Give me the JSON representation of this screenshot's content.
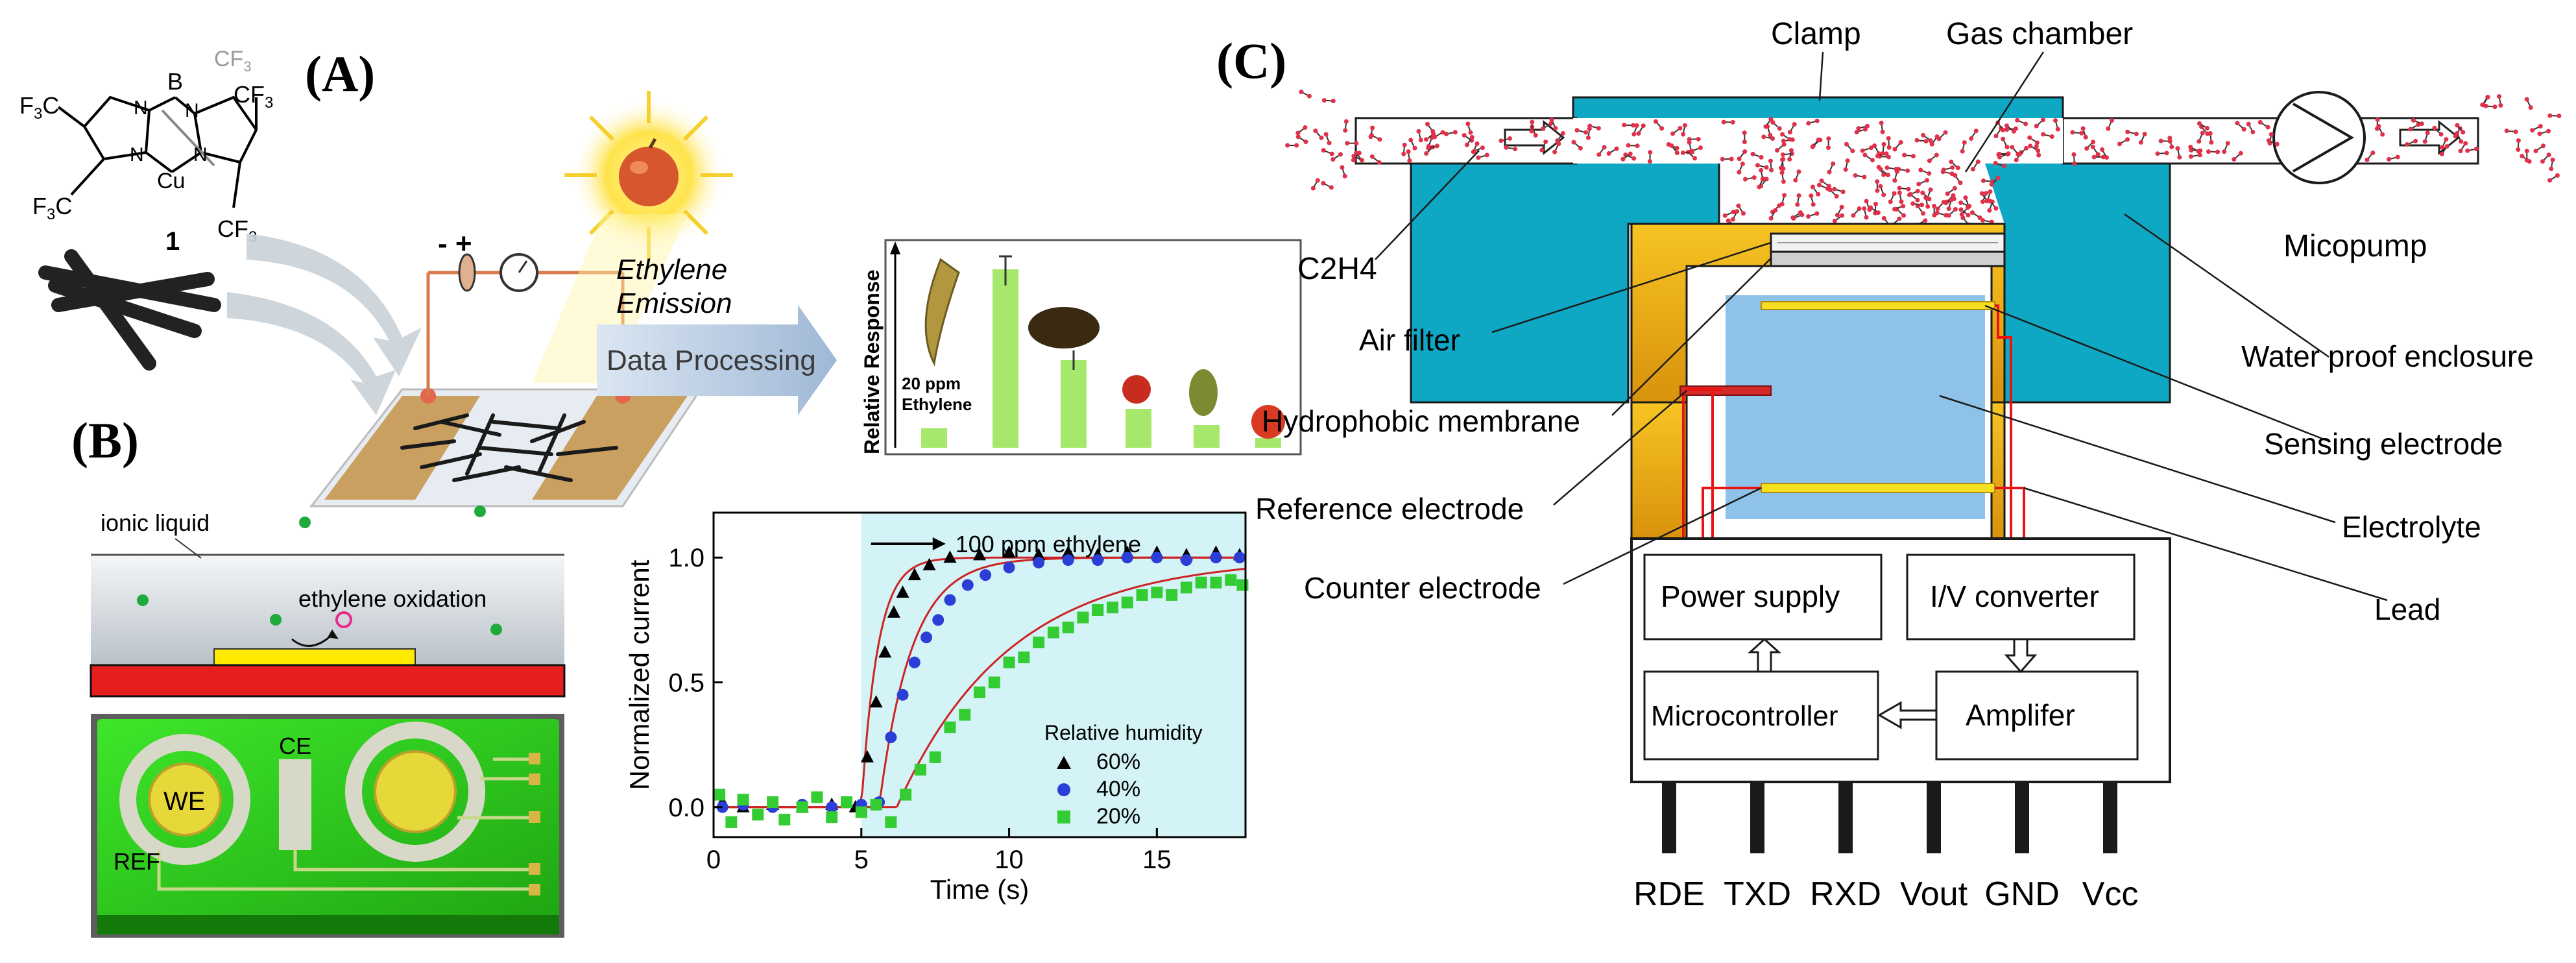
{
  "panels": {
    "a": {
      "label": "(A)"
    },
    "b": {
      "label": "(B)"
    },
    "c": {
      "label": "(C)"
    }
  },
  "panel_a": {
    "molecule": {
      "atoms": [
        "F",
        "F",
        "F",
        "F",
        "CF",
        "CF",
        "CF",
        "B",
        "N",
        "N",
        "N",
        "N",
        "Cu"
      ],
      "subscript": "3",
      "compound_number": "1"
    },
    "ethylene_emission": [
      "Ethylene",
      "Emission"
    ],
    "data_processing": "Data Processing",
    "bar_inset": {
      "ylabel": "Relative Response",
      "annotation": [
        "20 ppm",
        "Ethylene"
      ]
    }
  },
  "panel_b": {
    "ionic_liquid": "ionic liquid",
    "ethylene_oxidation": "ethylene oxidation",
    "electrodes": {
      "we": "WE",
      "ce": "CE",
      "ref": "REF"
    }
  },
  "chart_data": {
    "type": "scatter",
    "title": "",
    "xlabel": "Time (s)",
    "ylabel": "Normalized current",
    "xlim": [
      0,
      18
    ],
    "ylim": [
      -0.12,
      1.18
    ],
    "xticks": [
      0,
      5,
      10,
      15
    ],
    "yticks": [
      0.0,
      0.5,
      1.0
    ],
    "annotation": "100 ppm ethylene",
    "shaded_from_x": 5,
    "legend_title": "Relative humidity",
    "legend_position": "center-right",
    "series": [
      {
        "name": "60%",
        "color": "#000000",
        "marker": "triangle",
        "t0": 5.0,
        "tau": 0.55,
        "points": [
          [
            0.3,
            0.02
          ],
          [
            1.0,
            0.0
          ],
          [
            2.0,
            0.01
          ],
          [
            3.0,
            0.0
          ],
          [
            4.0,
            0.01
          ],
          [
            4.8,
            0.0
          ],
          [
            5.2,
            0.2
          ],
          [
            5.5,
            0.42
          ],
          [
            5.8,
            0.62
          ],
          [
            6.1,
            0.78
          ],
          [
            6.4,
            0.86
          ],
          [
            6.8,
            0.93
          ],
          [
            7.3,
            0.97
          ],
          [
            8.0,
            1.0
          ],
          [
            9.0,
            1.01
          ],
          [
            10.0,
            1.02
          ],
          [
            11.0,
            1.01
          ],
          [
            12.0,
            1.02
          ],
          [
            13.0,
            1.01
          ],
          [
            14.0,
            1.02
          ],
          [
            15.0,
            1.02
          ],
          [
            16.0,
            1.01
          ],
          [
            17.0,
            1.02
          ],
          [
            17.8,
            1.01
          ]
        ]
      },
      {
        "name": "40%",
        "color": "#2b3fd6",
        "marker": "circle",
        "t0": 5.6,
        "tau": 1.1,
        "points": [
          [
            0.3,
            0.0
          ],
          [
            1.0,
            0.01
          ],
          [
            2.0,
            0.0
          ],
          [
            3.0,
            0.01
          ],
          [
            4.0,
            0.0
          ],
          [
            5.0,
            0.01
          ],
          [
            5.6,
            0.02
          ],
          [
            6.0,
            0.28
          ],
          [
            6.4,
            0.45
          ],
          [
            6.8,
            0.58
          ],
          [
            7.2,
            0.68
          ],
          [
            7.6,
            0.75
          ],
          [
            8.0,
            0.83
          ],
          [
            8.6,
            0.89
          ],
          [
            9.2,
            0.93
          ],
          [
            10.0,
            0.96
          ],
          [
            11.0,
            0.98
          ],
          [
            12.0,
            0.99
          ],
          [
            13.0,
            0.99
          ],
          [
            14.0,
            1.0
          ],
          [
            15.0,
            1.0
          ],
          [
            16.0,
            0.99
          ],
          [
            17.0,
            1.0
          ],
          [
            17.8,
            1.0
          ]
        ]
      },
      {
        "name": "20%",
        "color": "#33cc33",
        "marker": "square",
        "t0": 6.2,
        "tau": 3.8,
        "points": [
          [
            0.2,
            0.05
          ],
          [
            0.6,
            -0.06
          ],
          [
            1.0,
            0.03
          ],
          [
            1.5,
            -0.03
          ],
          [
            2.0,
            0.02
          ],
          [
            2.4,
            -0.05
          ],
          [
            3.0,
            0.0
          ],
          [
            3.5,
            0.04
          ],
          [
            4.0,
            -0.04
          ],
          [
            4.5,
            0.02
          ],
          [
            5.0,
            -0.02
          ],
          [
            5.5,
            0.01
          ],
          [
            6.0,
            -0.06
          ],
          [
            6.5,
            0.05
          ],
          [
            7.0,
            0.15
          ],
          [
            7.5,
            0.2
          ],
          [
            8.0,
            0.32
          ],
          [
            8.5,
            0.37
          ],
          [
            9.0,
            0.46
          ],
          [
            9.5,
            0.5
          ],
          [
            10.0,
            0.58
          ],
          [
            10.5,
            0.6
          ],
          [
            11.0,
            0.66
          ],
          [
            11.5,
            0.7
          ],
          [
            12.0,
            0.72
          ],
          [
            12.5,
            0.76
          ],
          [
            13.0,
            0.79
          ],
          [
            13.5,
            0.8
          ],
          [
            14.0,
            0.82
          ],
          [
            14.5,
            0.85
          ],
          [
            15.0,
            0.86
          ],
          [
            15.5,
            0.85
          ],
          [
            16.0,
            0.88
          ],
          [
            16.5,
            0.9
          ],
          [
            17.0,
            0.9
          ],
          [
            17.5,
            0.91
          ],
          [
            17.9,
            0.89
          ]
        ]
      }
    ]
  },
  "panel_c": {
    "labels": {
      "clamp": "Clamp",
      "gas_chamber": "Gas chamber",
      "micopump": "Micopump",
      "c2h4": "C2H4",
      "air_filter": "Air filter",
      "hydrophobic_membrane": "Hydrophobic membrane",
      "reference_electrode": "Reference electrode",
      "counter_electrode": "Counter electrode",
      "water_proof_enclosure": "Water proof enclosure",
      "sensing_electrode": "Sensing electrode",
      "electrolyte": "Electrolyte",
      "lead": "Lead"
    },
    "boxes": {
      "power_supply": "Power supply",
      "iv_converter": "I/V converter",
      "microcontroller": "Microcontroller",
      "amplifer": "Amplifer"
    },
    "pins": [
      "RDE",
      "TXD",
      "RXD",
      "Vout",
      "GND",
      "Vcc"
    ]
  },
  "colors": {
    "teal": "#0fa8c4",
    "gold": "#f2b313",
    "electrolyte": "#8ec2e8",
    "pcb_green": "#30d21e",
    "bar_green": "#a6e86c",
    "inset_bg": "#d4f3f7"
  }
}
